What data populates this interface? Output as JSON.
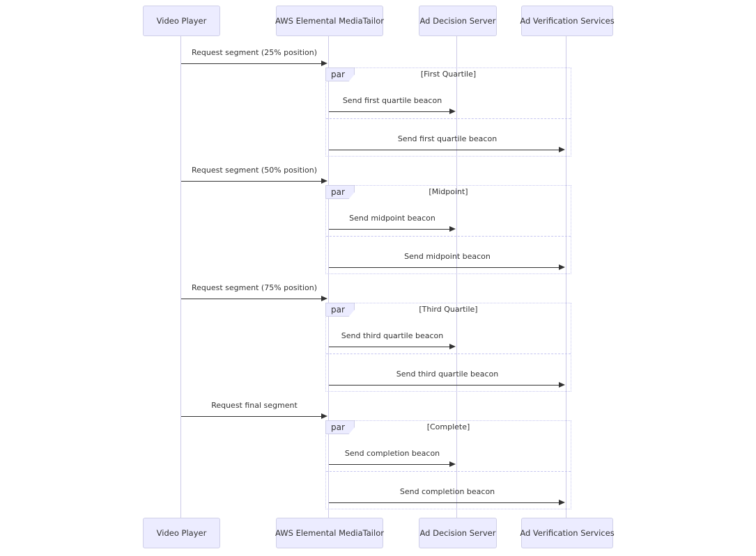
{
  "diagram_type": "sequence-diagram",
  "actors": [
    {
      "id": "video-player",
      "label": "Video Player"
    },
    {
      "id": "mediatailor",
      "label": "AWS Elemental MediaTailor"
    },
    {
      "id": "ad-decision-server",
      "label": "Ad Decision Server"
    },
    {
      "id": "ad-verification-services",
      "label": "Ad Verification Services"
    }
  ],
  "sections": [
    {
      "request": {
        "from": "Video Player",
        "to": "AWS Elemental MediaTailor",
        "label": "Request segment (25% position)"
      },
      "par": {
        "operator": "par",
        "condition": "[First Quartile]",
        "beacons": [
          {
            "from": "AWS Elemental MediaTailor",
            "to": "Ad Decision Server",
            "label": "Send first quartile beacon"
          },
          {
            "from": "AWS Elemental MediaTailor",
            "to": "Ad Verification Services",
            "label": "Send first quartile beacon"
          }
        ]
      }
    },
    {
      "request": {
        "from": "Video Player",
        "to": "AWS Elemental MediaTailor",
        "label": "Request segment (50% position)"
      },
      "par": {
        "operator": "par",
        "condition": "[Midpoint]",
        "beacons": [
          {
            "from": "AWS Elemental MediaTailor",
            "to": "Ad Decision Server",
            "label": "Send midpoint beacon"
          },
          {
            "from": "AWS Elemental MediaTailor",
            "to": "Ad Verification Services",
            "label": "Send midpoint beacon"
          }
        ]
      }
    },
    {
      "request": {
        "from": "Video Player",
        "to": "AWS Elemental MediaTailor",
        "label": "Request segment (75% position)"
      },
      "par": {
        "operator": "par",
        "condition": "[Third Quartile]",
        "beacons": [
          {
            "from": "AWS Elemental MediaTailor",
            "to": "Ad Decision Server",
            "label": "Send third quartile beacon"
          },
          {
            "from": "AWS Elemental MediaTailor",
            "to": "Ad Verification Services",
            "label": "Send third quartile beacon"
          }
        ]
      }
    },
    {
      "request": {
        "from": "Video Player",
        "to": "AWS Elemental MediaTailor",
        "label": "Request final segment"
      },
      "par": {
        "operator": "par",
        "condition": "[Complete]",
        "beacons": [
          {
            "from": "AWS Elemental MediaTailor",
            "to": "Ad Decision Server",
            "label": "Send completion beacon"
          },
          {
            "from": "AWS Elemental MediaTailor",
            "to": "Ad Verification Services",
            "label": "Send completion beacon"
          }
        ]
      }
    }
  ],
  "colors": {
    "actor_fill": "#ECECFF",
    "actor_border": "#CFCFE8",
    "lifeline": "#CCC9E8",
    "message_line": "#333333",
    "text": "#333333",
    "par_border": "#C5C5F0",
    "par_label_fill": "#ECECFF"
  }
}
